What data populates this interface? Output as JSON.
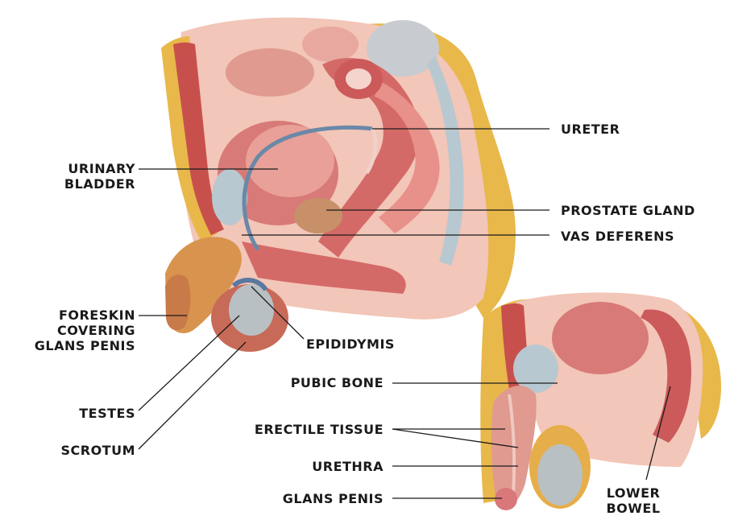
{
  "labels": {
    "ureter": "URETER",
    "urinary_bladder": [
      "URINARY",
      "BLADDER"
    ],
    "prostate_gland": "PROSTATE GLAND",
    "vas_deferens": "VAS DEFERENS",
    "foreskin": [
      "FORESKIN",
      "COVERING",
      "GLANS PENIS"
    ],
    "epididymis": "EPIDIDYMIS",
    "testes": "TESTES",
    "scrotum": "SCROTUM",
    "pubic_bone": "PUBIC  BONE",
    "erectile_tissue": "ERECTILE TISSUE",
    "urethra": "URETHRA",
    "glans_penis": "GLANS PENIS",
    "lower_bowel": [
      "LOWER",
      "BOWEL"
    ]
  },
  "colors": {
    "leader_line": "#1a1a1a",
    "text": "#1a1a1a",
    "fat": "#e8b84a",
    "tissue": "#d8787a",
    "tissue_light": "#f0b8b0",
    "muscle": "#c8504c",
    "bone": "#b8c8d0"
  }
}
